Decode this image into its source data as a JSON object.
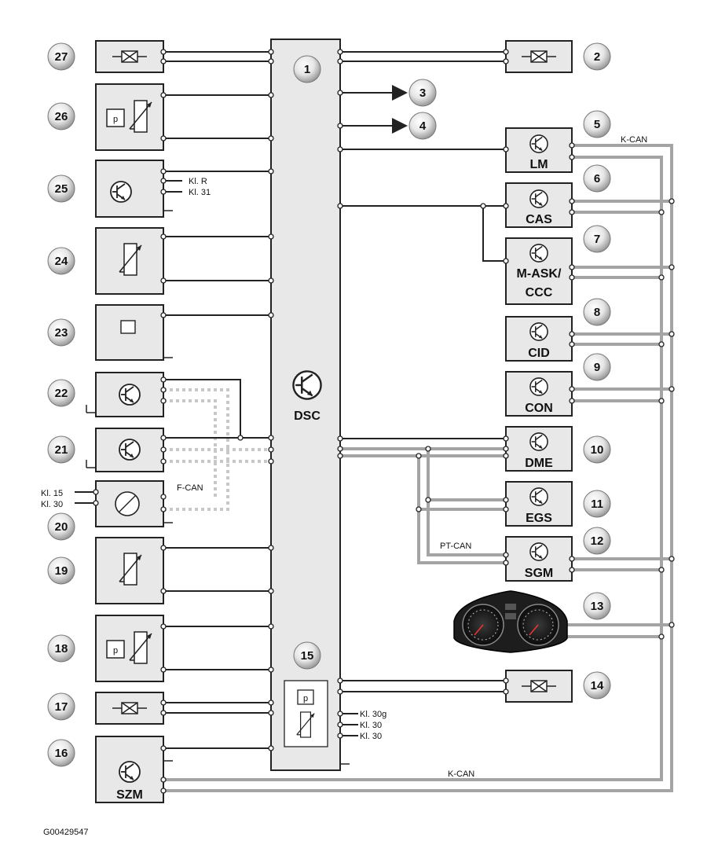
{
  "center": {
    "number": "1",
    "label": "DSC"
  },
  "right": [
    {
      "number": "2"
    },
    {
      "number": "3"
    },
    {
      "number": "4"
    },
    {
      "number": "5",
      "label": "LM"
    },
    {
      "number": "6",
      "label": "CAS"
    },
    {
      "number": "7",
      "label_line1": "M-ASK/",
      "label_line2": "CCC"
    },
    {
      "number": "8",
      "label": "CID"
    },
    {
      "number": "9",
      "label": "CON"
    },
    {
      "number": "10",
      "label": "DME"
    },
    {
      "number": "11",
      "label": "EGS"
    },
    {
      "number": "12",
      "label": "SGM"
    },
    {
      "number": "13"
    },
    {
      "number": "14"
    }
  ],
  "bottom": {
    "n15": "15",
    "n16": "16",
    "n17": "17",
    "szm": "SZM"
  },
  "left": {
    "n18": "18",
    "n19": "19",
    "n20": "20",
    "n21": "21",
    "n22": "22",
    "n23": "23",
    "n24": "24",
    "n25": "25",
    "n26": "26",
    "n27": "27"
  },
  "labels": {
    "kcan_top": "K-CAN",
    "kcan_bottom": "K-CAN",
    "ptcan": "PT-CAN",
    "fcan": "F-CAN",
    "kl_r": "Kl. R",
    "kl_31": "Kl. 31",
    "kl_15": "Kl. 15",
    "kl_30_left": "Kl. 30",
    "kl_30g": "Kl. 30g",
    "kl_30_a": "Kl. 30",
    "kl_30_b": "Kl. 30",
    "p1": "p",
    "p2": "p",
    "p3": "p",
    "figure_id": "G00429547"
  }
}
